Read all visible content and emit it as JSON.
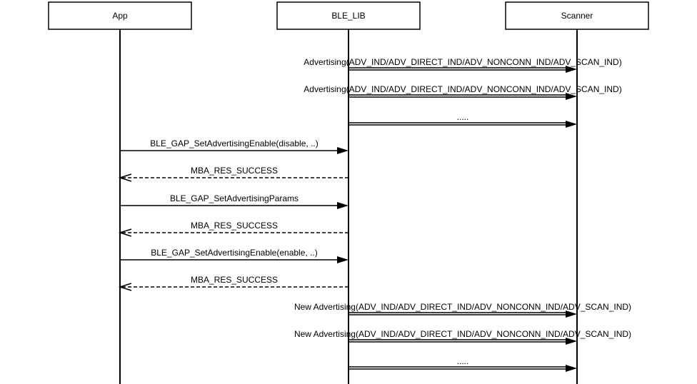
{
  "participants": [
    {
      "id": "app",
      "label": "App"
    },
    {
      "id": "ble_lib",
      "label": "BLE_LIB"
    },
    {
      "id": "scanner",
      "label": "Scanner"
    }
  ],
  "messages": [
    {
      "from": "ble_lib",
      "to": "scanner",
      "label": "Advertising(ADV_IND/ADV_DIRECT_IND/ADV_NONCONN_IND/ADV_SCAN_IND)",
      "style": "double"
    },
    {
      "from": "ble_lib",
      "to": "scanner",
      "label": "Advertising(ADV_IND/ADV_DIRECT_IND/ADV_NONCONN_IND/ADV_SCAN_IND)",
      "style": "double"
    },
    {
      "from": "ble_lib",
      "to": "scanner",
      "label": ".....",
      "style": "double"
    },
    {
      "from": "app",
      "to": "ble_lib",
      "label": "BLE_GAP_SetAdvertisingEnable(disable, ..)",
      "style": "call"
    },
    {
      "from": "ble_lib",
      "to": "app",
      "label": "MBA_RES_SUCCESS",
      "style": "return"
    },
    {
      "from": "app",
      "to": "ble_lib",
      "label": "BLE_GAP_SetAdvertisingParams",
      "style": "call"
    },
    {
      "from": "ble_lib",
      "to": "app",
      "label": "MBA_RES_SUCCESS",
      "style": "return"
    },
    {
      "from": "app",
      "to": "ble_lib",
      "label": "BLE_GAP_SetAdvertisingEnable(enable, ..)",
      "style": "call"
    },
    {
      "from": "ble_lib",
      "to": "app",
      "label": "MBA_RES_SUCCESS",
      "style": "return"
    },
    {
      "from": "ble_lib",
      "to": "scanner",
      "label": "New Advertising(ADV_IND/ADV_DIRECT_IND/ADV_NONCONN_IND/ADV_SCAN_IND)",
      "style": "double"
    },
    {
      "from": "ble_lib",
      "to": "scanner",
      "label": "New Advertising(ADV_IND/ADV_DIRECT_IND/ADV_NONCONN_IND/ADV_SCAN_IND)",
      "style": "double"
    },
    {
      "from": "ble_lib",
      "to": "scanner",
      "label": ".....",
      "style": "double"
    }
  ]
}
